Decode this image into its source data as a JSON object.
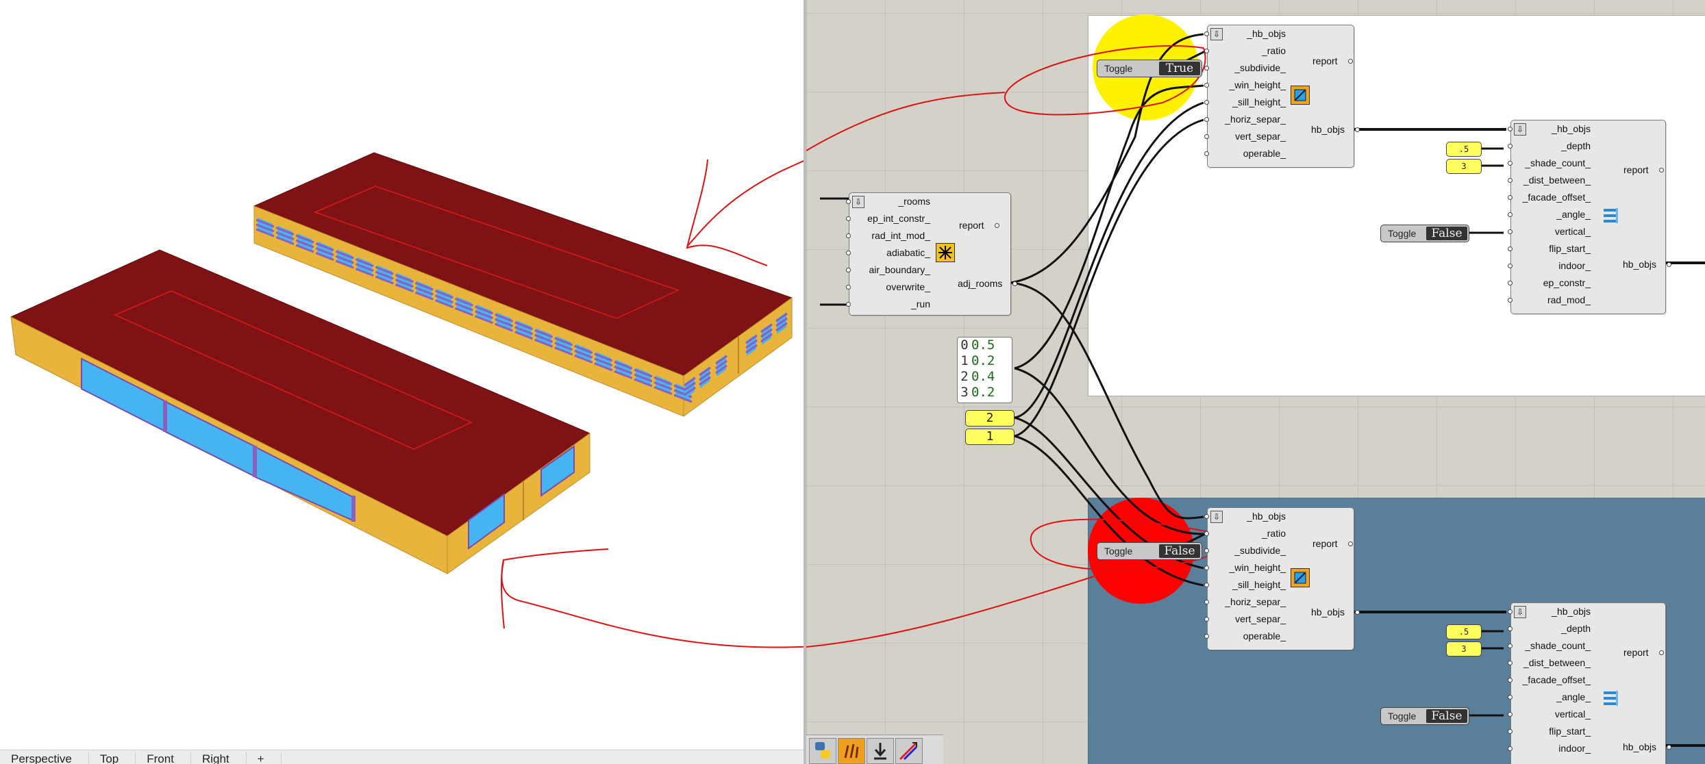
{
  "viewport": {
    "tabs": [
      "Perspective",
      "Top",
      "Front",
      "Right",
      "+"
    ]
  },
  "canvas": {
    "components": {
      "adjacency": {
        "inputs": [
          "_rooms",
          "ep_int_constr_",
          "rad_int_mod_",
          "adiabatic_",
          "air_boundary_",
          "overwrite_",
          "_run"
        ],
        "outputs": [
          "report",
          "adj_rooms"
        ]
      },
      "apertures_top": {
        "inputs": [
          "_hb_objs",
          "_ratio",
          "_subdivide_",
          "_win_height_",
          "_sill_height_",
          "_horiz_separ_",
          "vert_separ_",
          "operable_"
        ],
        "outputs": [
          "report",
          "hb_objs"
        ]
      },
      "apertures_bottom": {
        "inputs": [
          "_hb_objs",
          "_ratio",
          "_subdivide_",
          "_win_height_",
          "_sill_height_",
          "_horiz_separ_",
          "vert_separ_",
          "operable_"
        ],
        "outputs": [
          "report",
          "hb_objs"
        ]
      },
      "shades_top": {
        "inputs": [
          "_hb_objs",
          "_depth",
          "_shade_count_",
          "_dist_between_",
          "_facade_offset_",
          "_angle_",
          "vertical_",
          "flip_start_",
          "indoor_",
          "ep_constr_",
          "rad_mod_"
        ],
        "outputs": [
          "report",
          "hb_objs"
        ]
      },
      "shades_bottom": {
        "inputs": [
          "_hb_objs",
          "_depth",
          "_shade_count_",
          "_dist_between_",
          "_facade_offset_",
          "_angle_",
          "vertical_",
          "flip_start_",
          "indoor_"
        ],
        "outputs": [
          "report",
          "hb_objs"
        ]
      }
    },
    "toggles": {
      "top_subdivide": {
        "label": "Toggle",
        "value": "True"
      },
      "bottom_subdivide": {
        "label": "Toggle",
        "value": "False"
      },
      "top_vertical": {
        "label": "Toggle",
        "value": "False"
      },
      "bottom_vertical": {
        "label": "Toggle",
        "value": "False"
      }
    },
    "sliders": {
      "top_depth": ".5",
      "top_count": "3",
      "bottom_depth": ".5",
      "bottom_count": "3",
      "win_height": "2",
      "sill_height": "1"
    },
    "panel": {
      "items": [
        {
          "index": "0",
          "value": "0.5"
        },
        {
          "index": "1",
          "value": "0.2"
        },
        {
          "index": "2",
          "value": "0.4"
        },
        {
          "index": "3",
          "value": "0.2"
        }
      ]
    }
  },
  "colors": {
    "roof": "#7f1214",
    "walls": "#e8b43c",
    "windows": "#46b4f0",
    "shades": "#8a5fc0",
    "annotation": "#e01010",
    "highlight_yellow": "#fff200",
    "highlight_red": "#ff0000",
    "group_blue": "#5a7f9b",
    "canvas": "#d4d1c9"
  }
}
